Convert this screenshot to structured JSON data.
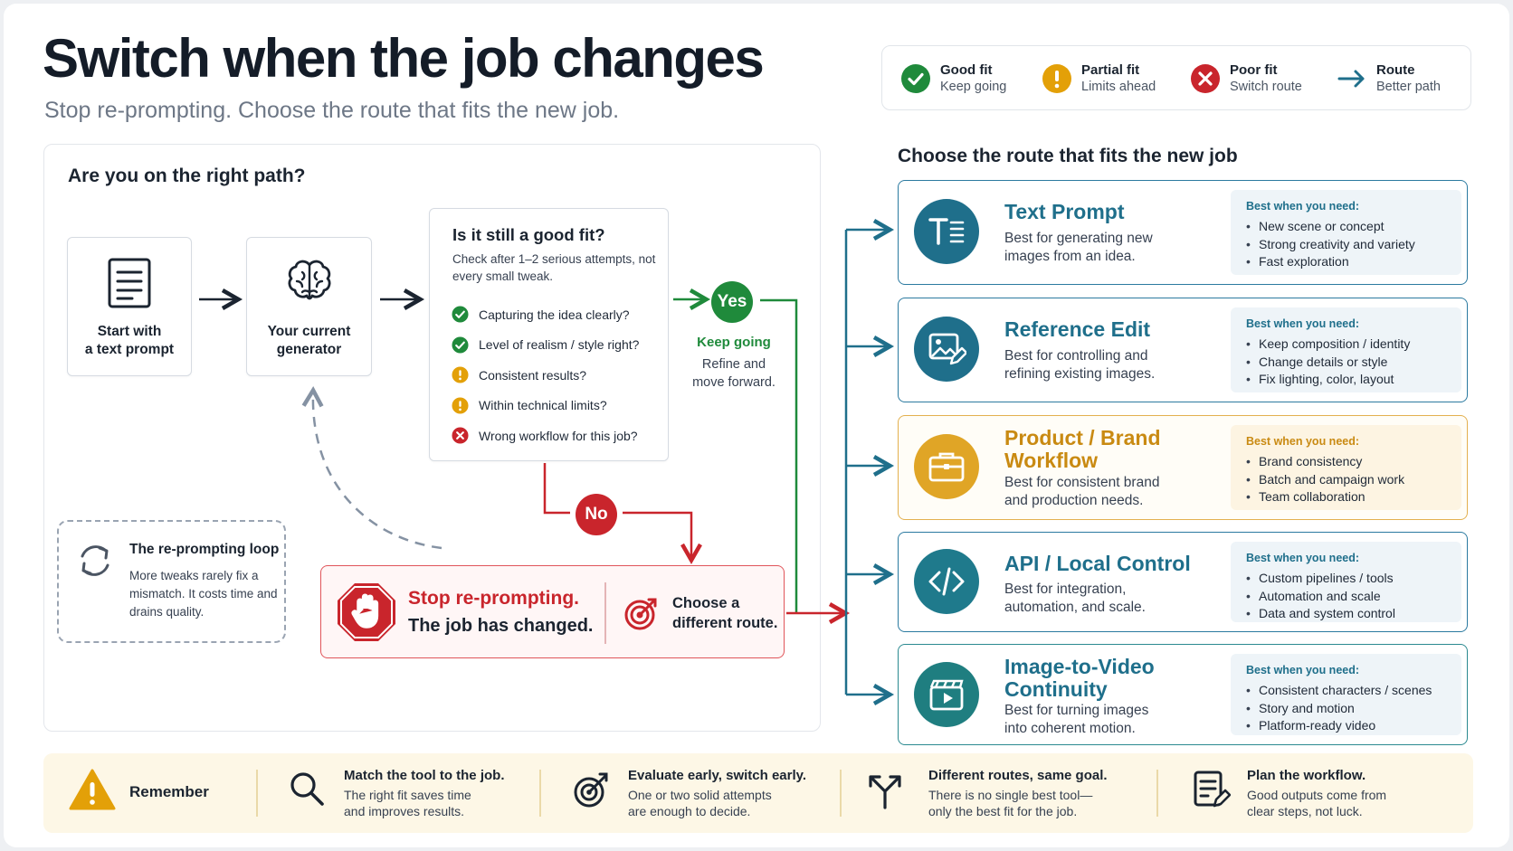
{
  "header": {
    "title": "Switch when the job changes",
    "subtitle": "Stop re-prompting. Choose the route that fits the new job."
  },
  "legend": [
    {
      "icon": "check-icon",
      "label": "Good fit",
      "sub": "Keep going",
      "color": "#1f8a3b"
    },
    {
      "icon": "exclamation-icon",
      "label": "Partial fit",
      "sub": "Limits ahead",
      "color": "#e3a008"
    },
    {
      "icon": "x-icon",
      "label": "Poor fit",
      "sub": "Switch route",
      "color": "#c9252c"
    },
    {
      "icon": "arrow-right-icon",
      "label": "Route",
      "sub": "Better path",
      "color": "#1f6f8b"
    }
  ],
  "flow": {
    "panel_title": "Are you on the right path?",
    "start_label": "Start with\na text prompt",
    "generator_label": "Your current\ngenerator",
    "fit_title": "Is it still a good fit?",
    "fit_sub": "Check after 1–2 serious attempts, not every small tweak.",
    "checks": [
      {
        "status": "good",
        "text": "Capturing the idea clearly?"
      },
      {
        "status": "good",
        "text": "Level of realism / style right?"
      },
      {
        "status": "partial",
        "text": "Consistent results?"
      },
      {
        "status": "partial",
        "text": "Within technical limits?"
      },
      {
        "status": "poor",
        "text": "Wrong workflow for this job?"
      }
    ],
    "yes_label": "Yes",
    "keep_going": "Keep going",
    "keep_going_sub": "Refine and\nmove forward.",
    "no_label": "No",
    "loop_title": "The re-prompting loop",
    "loop_text": "More tweaks rarely fix a mismatch. It costs time and drains quality.",
    "stop_line1": "Stop re-prompting.",
    "stop_line2": "The job has changed.",
    "choose_route": "Choose a\ndifferent route."
  },
  "routes_title": "Choose the route that fits the new job",
  "routes": [
    {
      "name": "Text Prompt",
      "icon": "text-icon",
      "desc": "Best for generating new\nimages from an idea.",
      "best_heading": "Best when you need:",
      "best": [
        "New scene or concept",
        "Strong creativity and variety",
        "Fast exploration"
      ],
      "color": "#1f6f8b"
    },
    {
      "name": "Reference Edit",
      "icon": "image-edit-icon",
      "desc": "Best for controlling and\nrefining existing images.",
      "best_heading": "Best when you need:",
      "best": [
        "Keep composition / identity",
        "Change details or style",
        "Fix lighting, color, layout"
      ],
      "color": "#1f6f8b"
    },
    {
      "name": "Product / Brand\nWorkflow",
      "icon": "briefcase-icon",
      "desc": "Best for consistent brand\nand production needs.",
      "best_heading": "Best when you need:",
      "best": [
        "Brand consistency",
        "Batch and campaign work",
        "Team collaboration"
      ],
      "color": "#c98a12"
    },
    {
      "name": "API / Local Control",
      "icon": "code-icon",
      "desc": "Best for integration,\nautomation, and scale.",
      "best_heading": "Best when you need:",
      "best": [
        "Custom pipelines / tools",
        "Automation and scale",
        "Data and system control"
      ],
      "color": "#1f6f8b"
    },
    {
      "name": "Image-to-Video\nContinuity",
      "icon": "video-icon",
      "desc": "Best for turning images\ninto coherent motion.",
      "best_heading": "Best when you need:",
      "best": [
        "Consistent characters / scenes",
        "Story and motion",
        "Platform-ready video"
      ],
      "color": "#1f6f8b"
    }
  ],
  "footer": {
    "remember": "Remember",
    "tips": [
      {
        "icon": "magnifier-icon",
        "title": "Match the tool to the job.",
        "text": "The right fit saves time\nand improves results."
      },
      {
        "icon": "target-icon",
        "title": "Evaluate early, switch early.",
        "text": "One or two solid attempts\nare enough to decide."
      },
      {
        "icon": "split-arrows-icon",
        "title": "Different routes, same goal.",
        "text": "There is no single best tool—\nonly the best fit for the job."
      },
      {
        "icon": "checklist-icon",
        "title": "Plan the workflow.",
        "text": "Good outputs come from\nclear steps, not luck."
      }
    ]
  }
}
